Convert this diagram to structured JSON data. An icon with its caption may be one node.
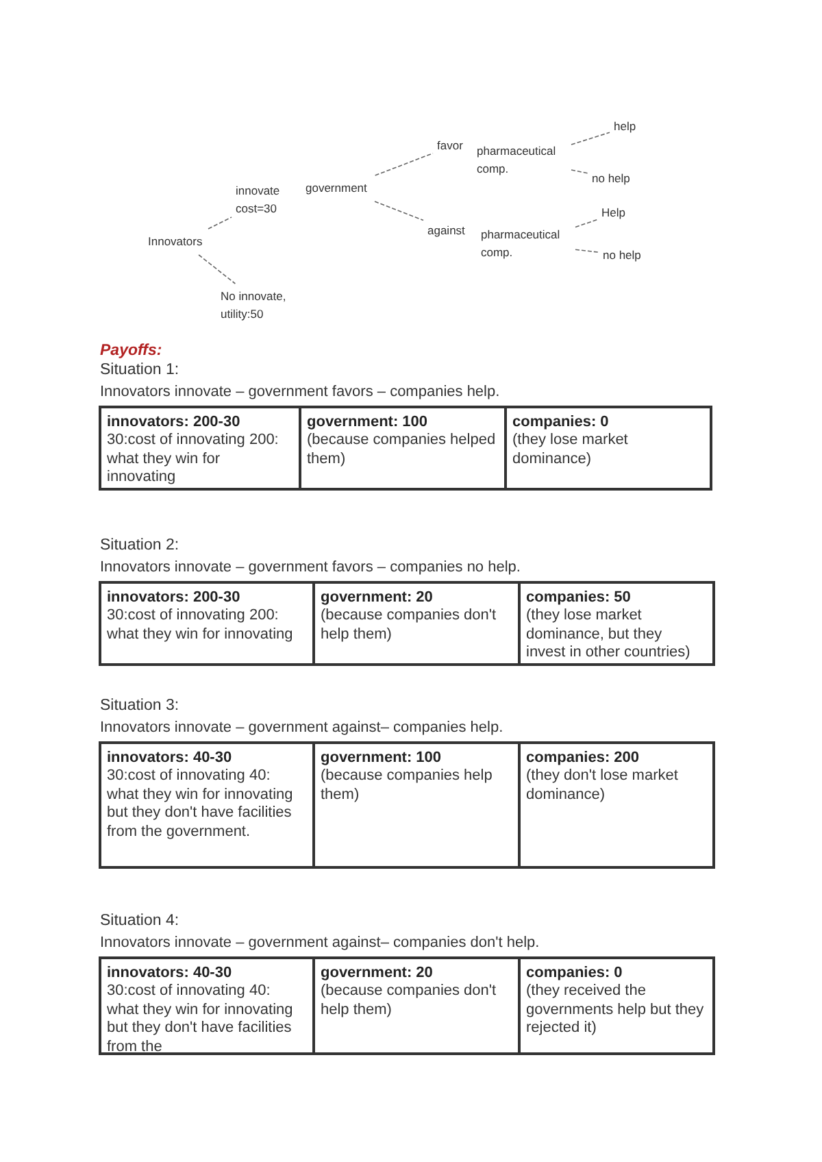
{
  "diagram": {
    "nodes": [
      {
        "text": [
          "Innovators"
        ]
      },
      {
        "text": [
          "innovate cost=30"
        ]
      },
      {
        "text": [
          "No innovate, utility:50"
        ]
      },
      {
        "text": [
          "government"
        ]
      },
      {
        "text": [
          "favor"
        ]
      },
      {
        "text": [
          "pharmaceutical comp."
        ]
      },
      {
        "text": [
          "help"
        ]
      },
      {
        "text": [
          "no help"
        ]
      },
      {
        "text": [
          "against"
        ]
      },
      {
        "text": [
          "pharmaceutical comp."
        ]
      },
      {
        "text": [
          "Help"
        ]
      },
      {
        "text": [
          "no help"
        ]
      }
    ],
    "edges": [
      {
        "from": 0,
        "to": 1,
        "arrow": "none"
      },
      {
        "from": 0,
        "to": 2,
        "arrow": "none"
      },
      {
        "from": 3,
        "to": 4,
        "arrow": "none"
      },
      {
        "from": 5,
        "to": 6,
        "arrow": "none"
      },
      {
        "from": 5,
        "to": 7,
        "arrow": "none"
      },
      {
        "from": 3,
        "to": 8,
        "arrow": "none"
      },
      {
        "from": 9,
        "to": 10,
        "arrow": "none"
      },
      {
        "from": 9,
        "to": 11,
        "arrow": "none"
      }
    ],
    "labels": [
      "Payoffs:",
      "Situation 1:",
      "Innovators innovate – government favors –  companies help.",
      "innovators: 200-30",
      "30:cost of innovating 200: what they win for innovating",
      "government: 100",
      "(because companies helped them)",
      "companies: 0",
      "(they lose market dominance)",
      "Situation 2:",
      "Innovators innovate – government favors –  companies no help.",
      "innovators: 200-30",
      "30:cost of innovating 200: what they win for innovating",
      "government: 20",
      "(because companies don't help them)",
      "companies: 50",
      "(they lose market dominance, but they invest in other countries)",
      "Situation 3:",
      "Innovators innovate – government against–  companies help.",
      "innovators: 40-30",
      "30:cost of innovating 40: what they win for innovating but they don't have facilities from the government.",
      "government: 100",
      "(because companies help them)",
      "companies: 200",
      "(they don't lose market dominance)",
      "Situation 4:",
      "Innovators innovate – government against–  companies don't help.",
      "innovators: 40-30",
      "30:cost of innovating 40: what they win for innovating but they don't have facilities from the",
      "government: 20",
      "(because companies don't help them)",
      "companies: 0",
      "(they received the governments help but they rejected it)"
    ]
  }
}
